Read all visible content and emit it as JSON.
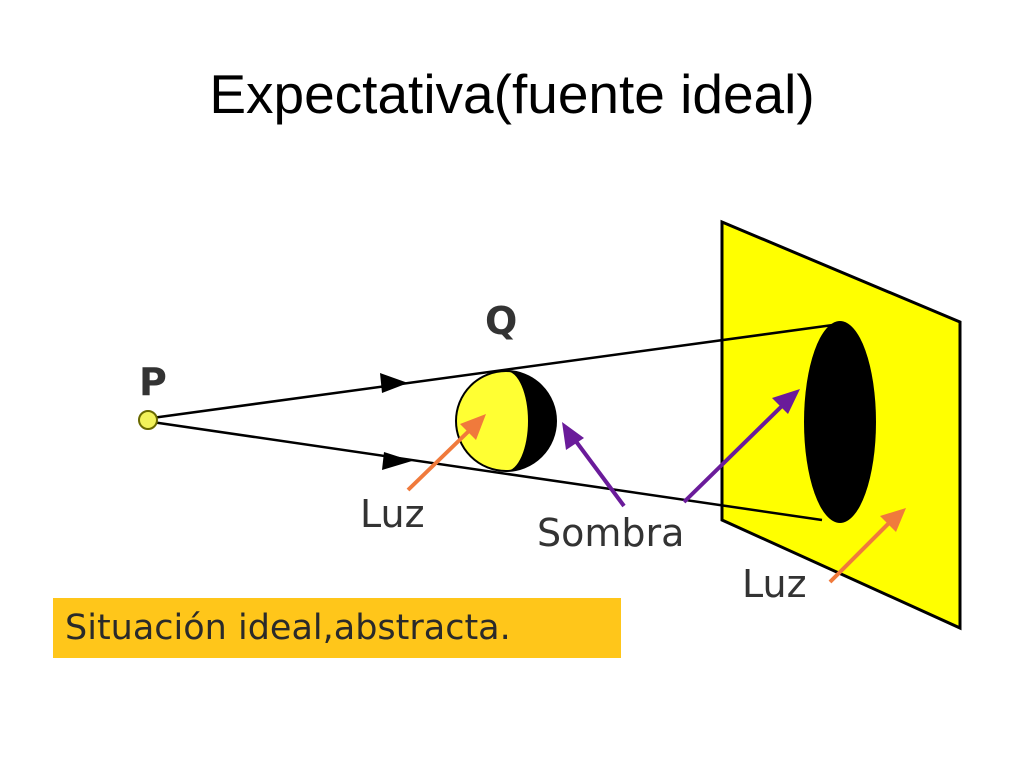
{
  "title": "Expectativa(fuente ideal)",
  "labels": {
    "source": "P",
    "object": "Q",
    "light_object": "Luz",
    "shadow": "Sombra",
    "light_screen": "Luz"
  },
  "caption": "Situación ideal,abstracta.",
  "colors": {
    "screen": "#ffff00",
    "sphere_lit": "#ffff33",
    "shadow": "#000000",
    "caption_bg": "#ffc61a",
    "light_arrow": "#f07a3c",
    "shadow_arrow": "#6a1b9a",
    "label": "#333333"
  }
}
